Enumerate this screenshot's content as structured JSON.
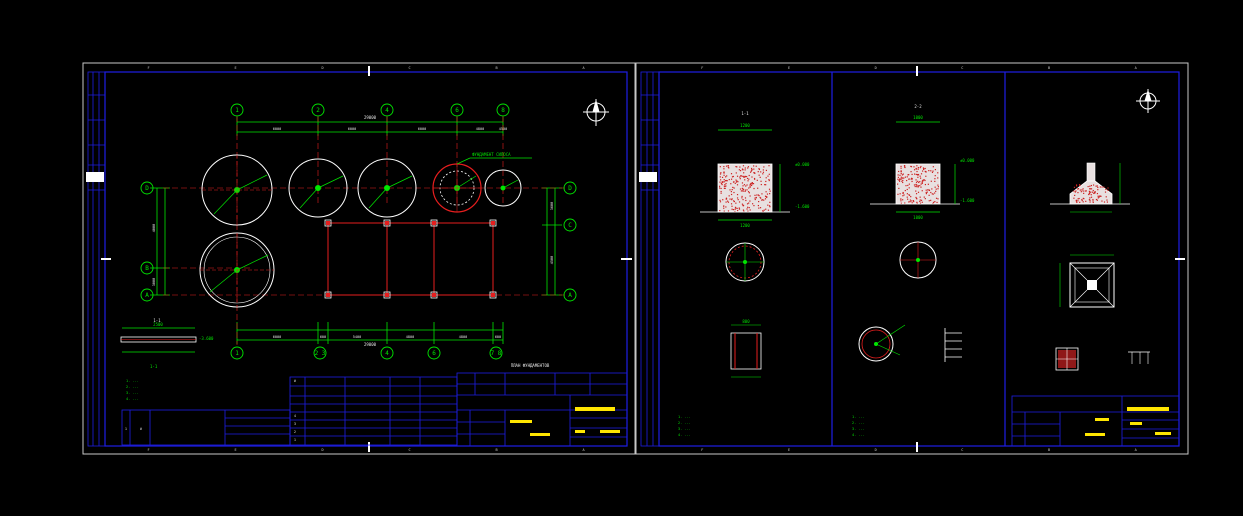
{
  "colors": {
    "background": "#000000",
    "frame": "#c8c8c8",
    "border": "#1e1ee6",
    "dim": "#00e600",
    "axis": "#e61e1e",
    "title": "#ffe600",
    "text": "#e6e6e6"
  },
  "sheet1": {
    "axis_top": [
      "1",
      "2",
      "4",
      "6",
      "8"
    ],
    "axis_bottom": [
      "1",
      "2 3",
      "4",
      "6",
      "7 8"
    ],
    "axis_left": [
      "D",
      "B",
      "A"
    ],
    "axis_right": [
      "D",
      "C",
      "A"
    ],
    "border_letters_top": [
      "F",
      "E",
      "D",
      "C",
      "B",
      "A"
    ],
    "border_letters_bottom": [
      "F",
      "E",
      "D",
      "C",
      "B",
      "A"
    ],
    "dims_top": [
      "6000",
      "6000",
      "6000",
      "4800",
      "4500"
    ],
    "dims_top_total": "29000",
    "dims_bottom": [
      "6000",
      "600",
      "5400",
      "4800",
      "4800",
      "600"
    ],
    "dims_bottom_total": "29000",
    "dims_left": [
      "4000",
      "3000"
    ],
    "dims_right": [
      "3600",
      "4500"
    ],
    "callout": "ФУНДАМЕНТ СИЛОСА",
    "section_label": "1-1",
    "section_width": "2500",
    "elev": "-3.600",
    "notes": [
      "1. ...",
      "2. ...",
      "3. ...",
      "4. ..."
    ],
    "plan_label": "ПЛАН ФУНДАМЕНТОВ"
  },
  "sheet2": {
    "border_letters_top": [
      "F",
      "E",
      "D",
      "C",
      "B",
      "A"
    ],
    "border_letters_bottom": [
      "F",
      "E",
      "D",
      "C",
      "B",
      "A"
    ],
    "panel_b_label": "1-1",
    "panel_c_label": "2-2",
    "elev_top": "±0.000",
    "elev_bot": "-1.600",
    "dim_a": "1200",
    "dim_b": "1000",
    "dim_c": "800",
    "notes_a": [
      "1. ...",
      "2. ...",
      "3. ...",
      "4. ..."
    ],
    "notes_b": [
      "1. ...",
      "2. ...",
      "3. ...",
      "4. ..."
    ]
  }
}
